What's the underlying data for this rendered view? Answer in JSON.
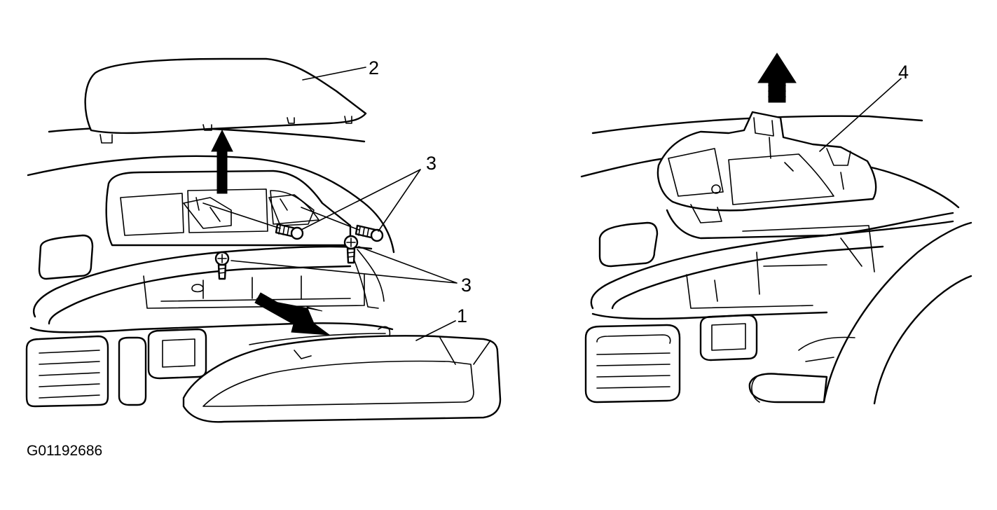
{
  "figure_id": "G01192686",
  "callouts": {
    "c1": "1",
    "c2": "2",
    "c3a": "3",
    "c3b": "3",
    "c4": "4"
  },
  "colors": {
    "line": "#000000",
    "background": "#ffffff"
  }
}
